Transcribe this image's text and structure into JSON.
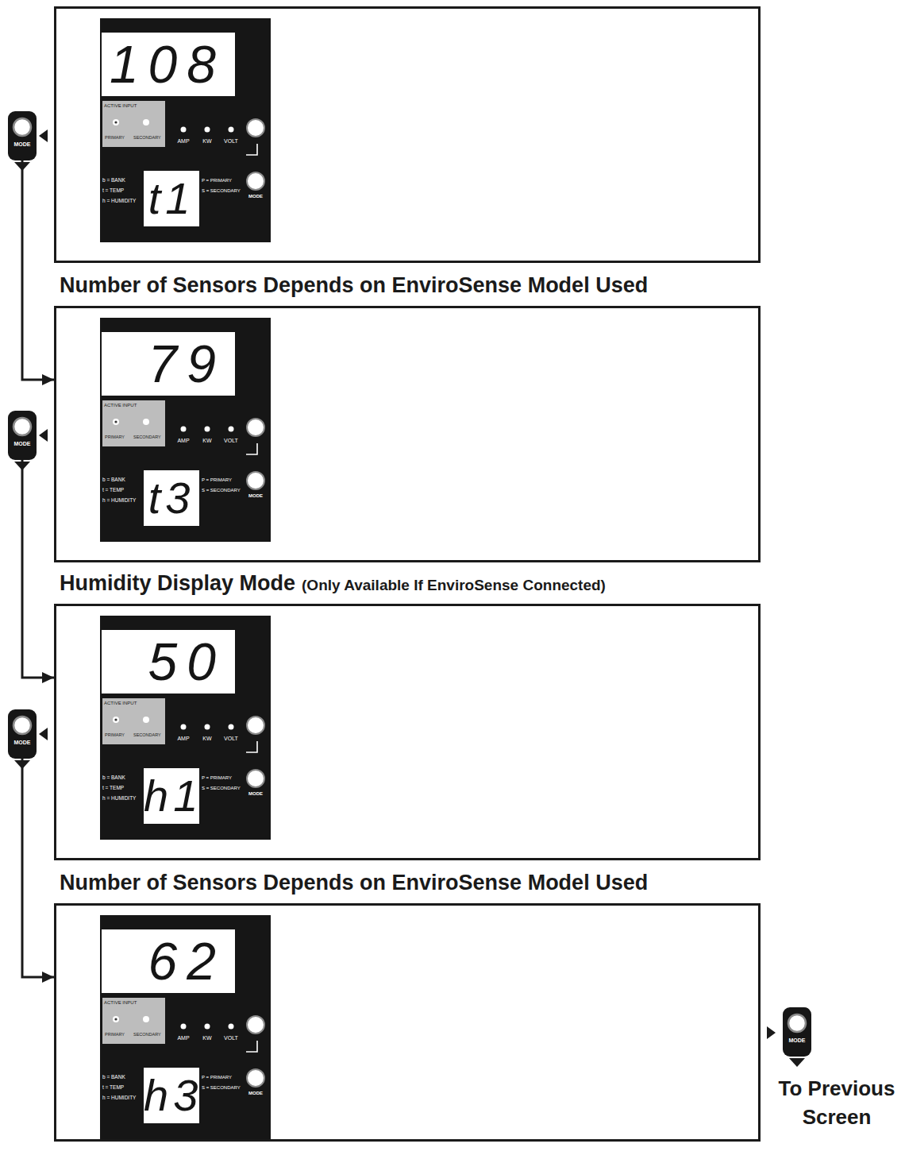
{
  "diagram": {
    "nodes": [
      {
        "text": []
      },
      {
        "text": [
          "108",
          "ACTIVE INPUT",
          "PRIMARY",
          "SECONDARY",
          "AMP",
          "KW",
          "VOLT",
          "b = BANK",
          "t = TEMP",
          "h = HUMIDITY",
          "t1",
          "P = PRIMARY",
          "S = SECONDARY",
          "MODE"
        ],
        "in": 0
      },
      {
        "text": [
          "MODE"
        ]
      },
      {
        "text": [
          "Number of Sensors Depends on EnviroSense Model Used"
        ]
      },
      {
        "text": [
          "79",
          "ACTIVE INPUT",
          "PRIMARY",
          "SECONDARY",
          "AMP",
          "KW",
          "VOLT",
          "b = BANK",
          "t = TEMP",
          "h = HUMIDITY",
          "t3",
          "P = PRIMARY",
          "S = SECONDARY",
          "MODE"
        ],
        "in": 3
      },
      {
        "text": [
          "MODE"
        ]
      },
      {
        "text": [
          "Humidity Display Mode",
          "(Only Available If EnviroSense Connected)"
        ]
      },
      {
        "text": [
          "50",
          "ACTIVE INPUT",
          "PRIMARY",
          "SECONDARY",
          "AMP",
          "KW",
          "VOLT",
          "b = BANK",
          "t = TEMP",
          "h = HUMIDITY",
          "h1",
          "P = PRIMARY",
          "S = SECONDARY",
          "MODE"
        ],
        "in": 6
      },
      {
        "text": [
          "MODE"
        ]
      },
      {
        "text": [
          "Number of Sensors Depends on EnviroSense Model Used"
        ]
      },
      {
        "text": [
          "62",
          "ACTIVE INPUT",
          "PRIMARY",
          "SECONDARY",
          "AMP",
          "KW",
          "VOLT",
          "b = BANK",
          "t = TEMP",
          "h = HUMIDITY",
          "h3",
          "P = PRIMARY",
          "S = SECONDARY",
          "MODE"
        ],
        "in": 9
      },
      {
        "text": [
          "MODE"
        ]
      }
    ],
    "edges": [
      {
        "from": 2,
        "to": 3,
        "arrow": "to"
      },
      {
        "from": 5,
        "to": 6,
        "arrow": "to"
      },
      {
        "from": 8,
        "to": 9,
        "arrow": "to"
      }
    ],
    "labels": [
      "To Previous Screen"
    ]
  }
}
